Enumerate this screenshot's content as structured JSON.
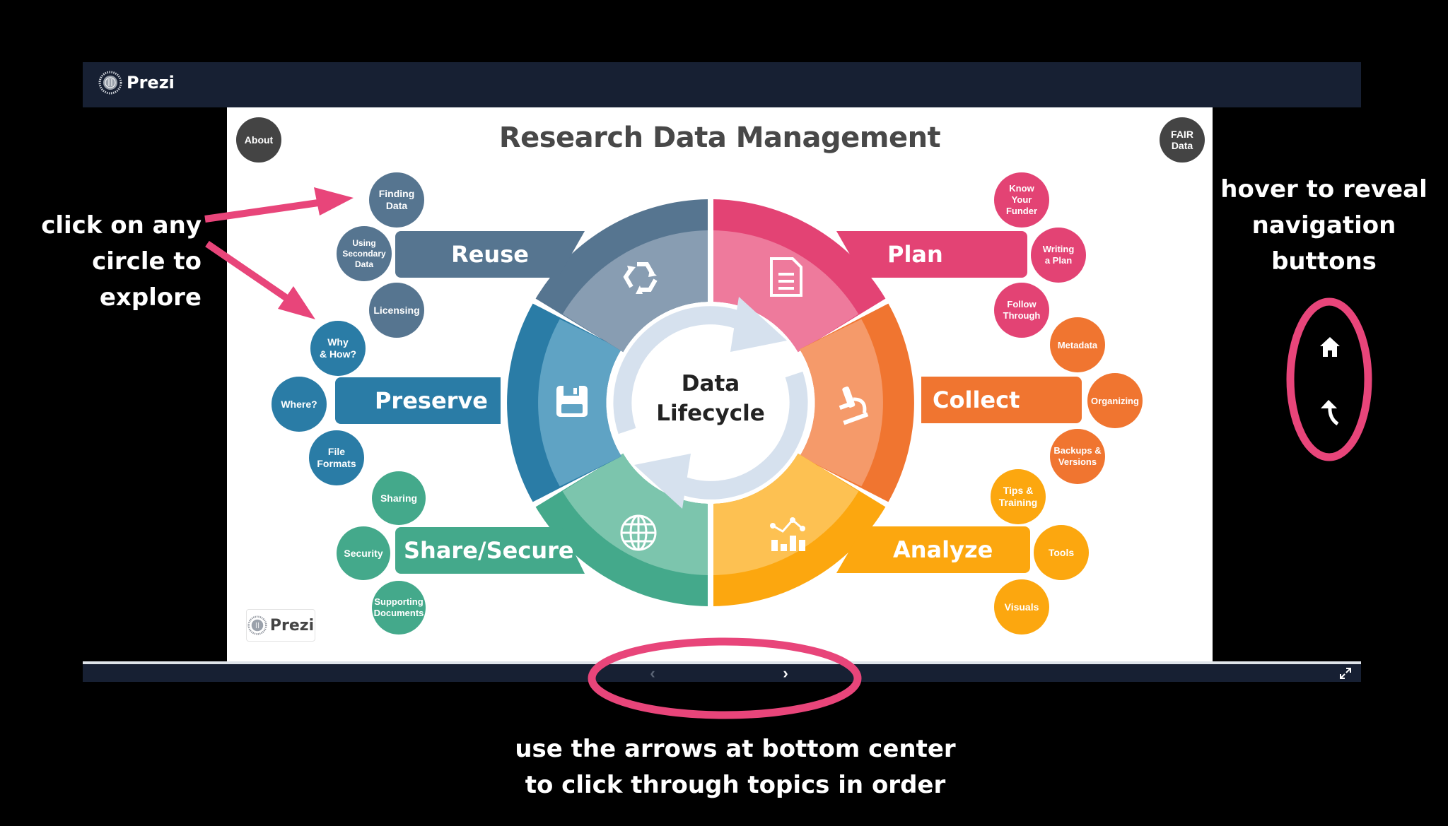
{
  "app": {
    "brand": "Prezi",
    "icon": "prezi-logo-icon"
  },
  "slide": {
    "title": "Research Data Management",
    "about_button": "About",
    "fair_button": "FAIR Data",
    "center_label_line1": "Data",
    "center_label_line2": "Lifecycle",
    "badge": "Prezi",
    "stages": [
      {
        "name": "Plan",
        "color": "#e34374",
        "inner_color": "#ee7a9c",
        "icon": "document-icon",
        "topics": [
          "Know\nYour\nFunder",
          "Writing\na Plan",
          "Follow\nThrough"
        ]
      },
      {
        "name": "Collect",
        "color": "#f07530",
        "inner_color": "#f59a6a",
        "icon": "microscope-icon",
        "topics": [
          "Metadata",
          "Organizing",
          "Backups &\nVersions"
        ]
      },
      {
        "name": "Analyze",
        "color": "#fca70f",
        "inner_color": "#fdc152",
        "icon": "chart-icon",
        "topics": [
          "Tips &\nTraining",
          "Tools",
          "Visuals"
        ]
      },
      {
        "name": "Share/Secure",
        "color": "#44a98b",
        "inner_color": "#7cc5ad",
        "icon": "globe-icon",
        "topics": [
          "Sharing",
          "Security",
          "Supporting\nDocuments"
        ]
      },
      {
        "name": "Preserve",
        "color": "#2a7ca6",
        "inner_color": "#5fa3c4",
        "icon": "floppy-disk-icon",
        "topics": [
          "Why\n& How?",
          "Where?",
          "File\nFormats"
        ]
      },
      {
        "name": "Reuse",
        "color": "#567590",
        "inner_color": "#889db2",
        "icon": "recycle-icon",
        "topics": [
          "Finding\nData",
          "Using\nSecondary\nData",
          "Licensing"
        ]
      }
    ]
  },
  "controls": {
    "prev_arrow": "‹",
    "next_arrow": "›",
    "fullscreen_icon": "fullscreen-icon",
    "home_icon": "home-icon",
    "back_icon": "back-arrow-icon"
  },
  "annotations": {
    "left_line1": "click on any",
    "left_line2": "circle to explore",
    "right_line1": "hover to reveal",
    "right_line2": "navigation",
    "right_line3": "buttons",
    "bottom_line1": "use the arrows at bottom center",
    "bottom_line2": "to click through topics in order",
    "highlight_color": "#e8457a"
  }
}
